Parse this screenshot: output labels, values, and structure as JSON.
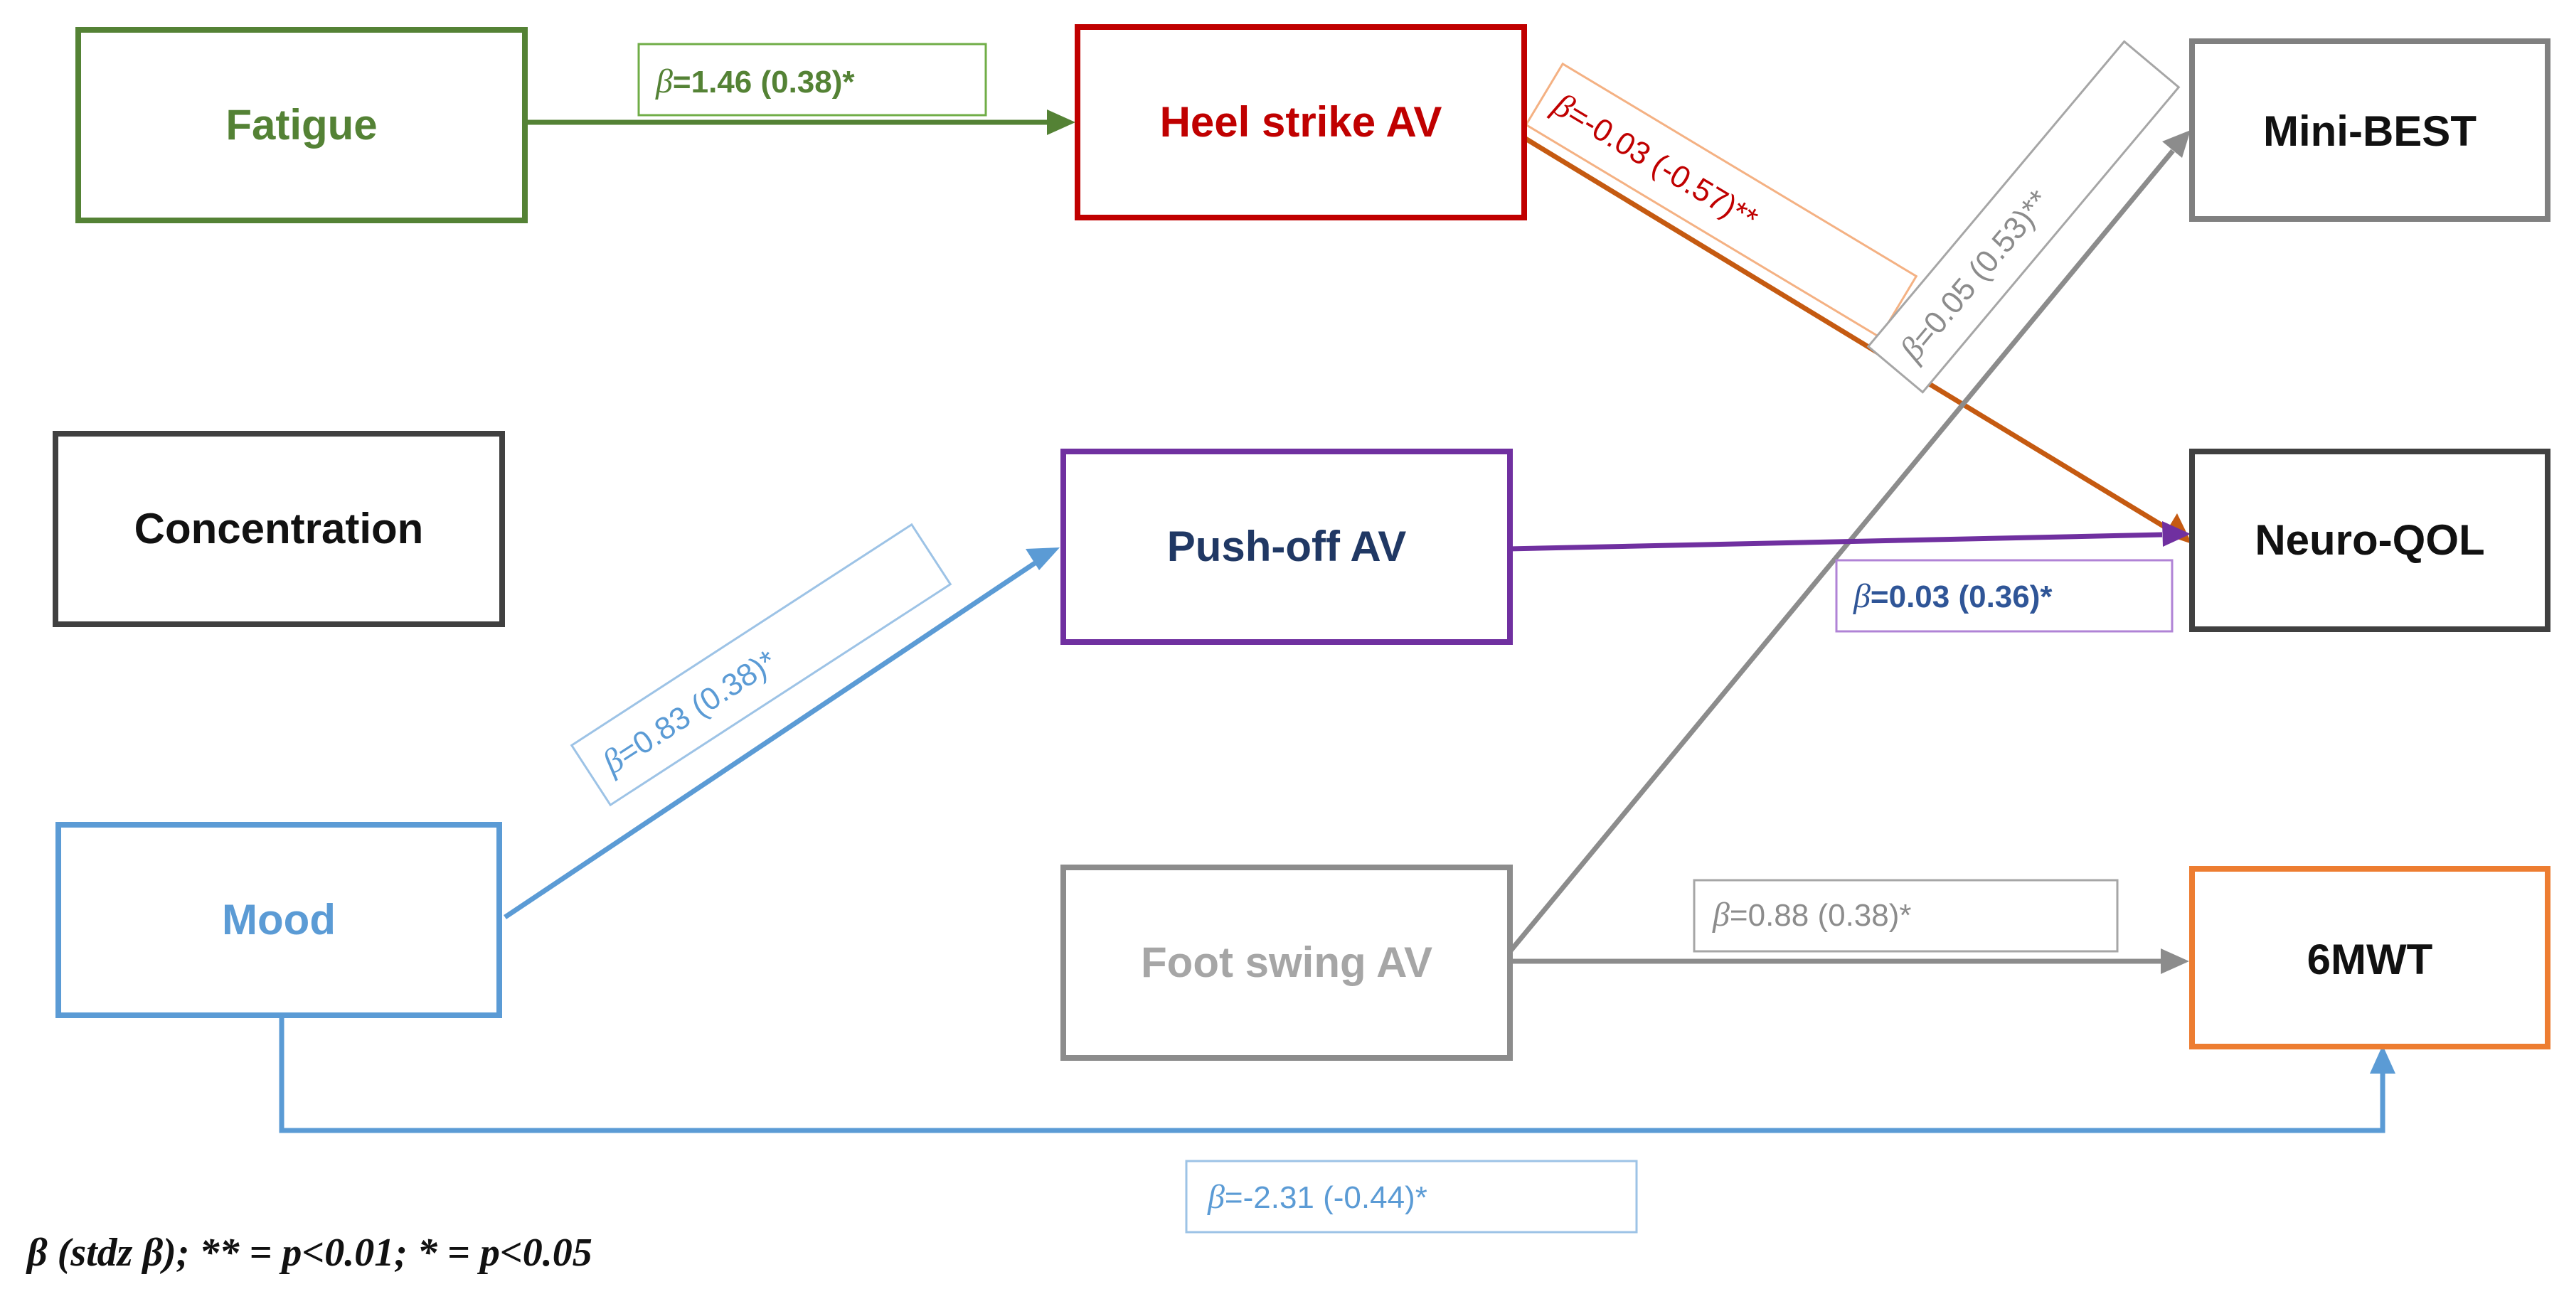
{
  "colors": {
    "fatigue": "#548235",
    "heel_strike": "#C00000",
    "heel_to_qol": "#C55A11",
    "concentration": "#404040",
    "mood": "#5B9BD5",
    "push_off": "#7030A0",
    "push_off_text": "#203864",
    "foot_swing": "#8C8C8C",
    "foot_swing_text": "#A6A6A6",
    "mini_best": "#808080",
    "neuro_qol": "#404040",
    "six_mwt": "#ED7D31"
  },
  "nodes": {
    "fatigue": "Fatigue",
    "concentration": "Concentration",
    "mood": "Mood",
    "heel_strike": "Heel strike AV",
    "push_off": "Push-off AV",
    "foot_swing": "Foot swing AV",
    "mini_best": "Mini-BEST",
    "neuro_qol": "Neuro-QOL",
    "six_mwt": "6MWT"
  },
  "paths": {
    "fatigue_heel": {
      "beta": "β",
      "rest": "=1.46  (0.38)*"
    },
    "heel_qol": {
      "beta": "β",
      "rest": "=-0.03  (-0.57)**"
    },
    "swing_best": {
      "beta": "β",
      "rest": "=0.05  (0.53)**"
    },
    "mood_push": {
      "beta": "β",
      "rest": "=0.83  (0.38)*"
    },
    "push_qol": {
      "beta": "β",
      "rest": "=0.03  (0.36)*"
    },
    "swing_6mwt": {
      "beta": "β",
      "rest": "=0.88  (0.38)*"
    },
    "mood_6mwt": {
      "beta": "β",
      "rest": "=-2.31  (-0.44)*"
    }
  },
  "legend": "β (stdz β); ** = p<0.01; * = p<0.05"
}
